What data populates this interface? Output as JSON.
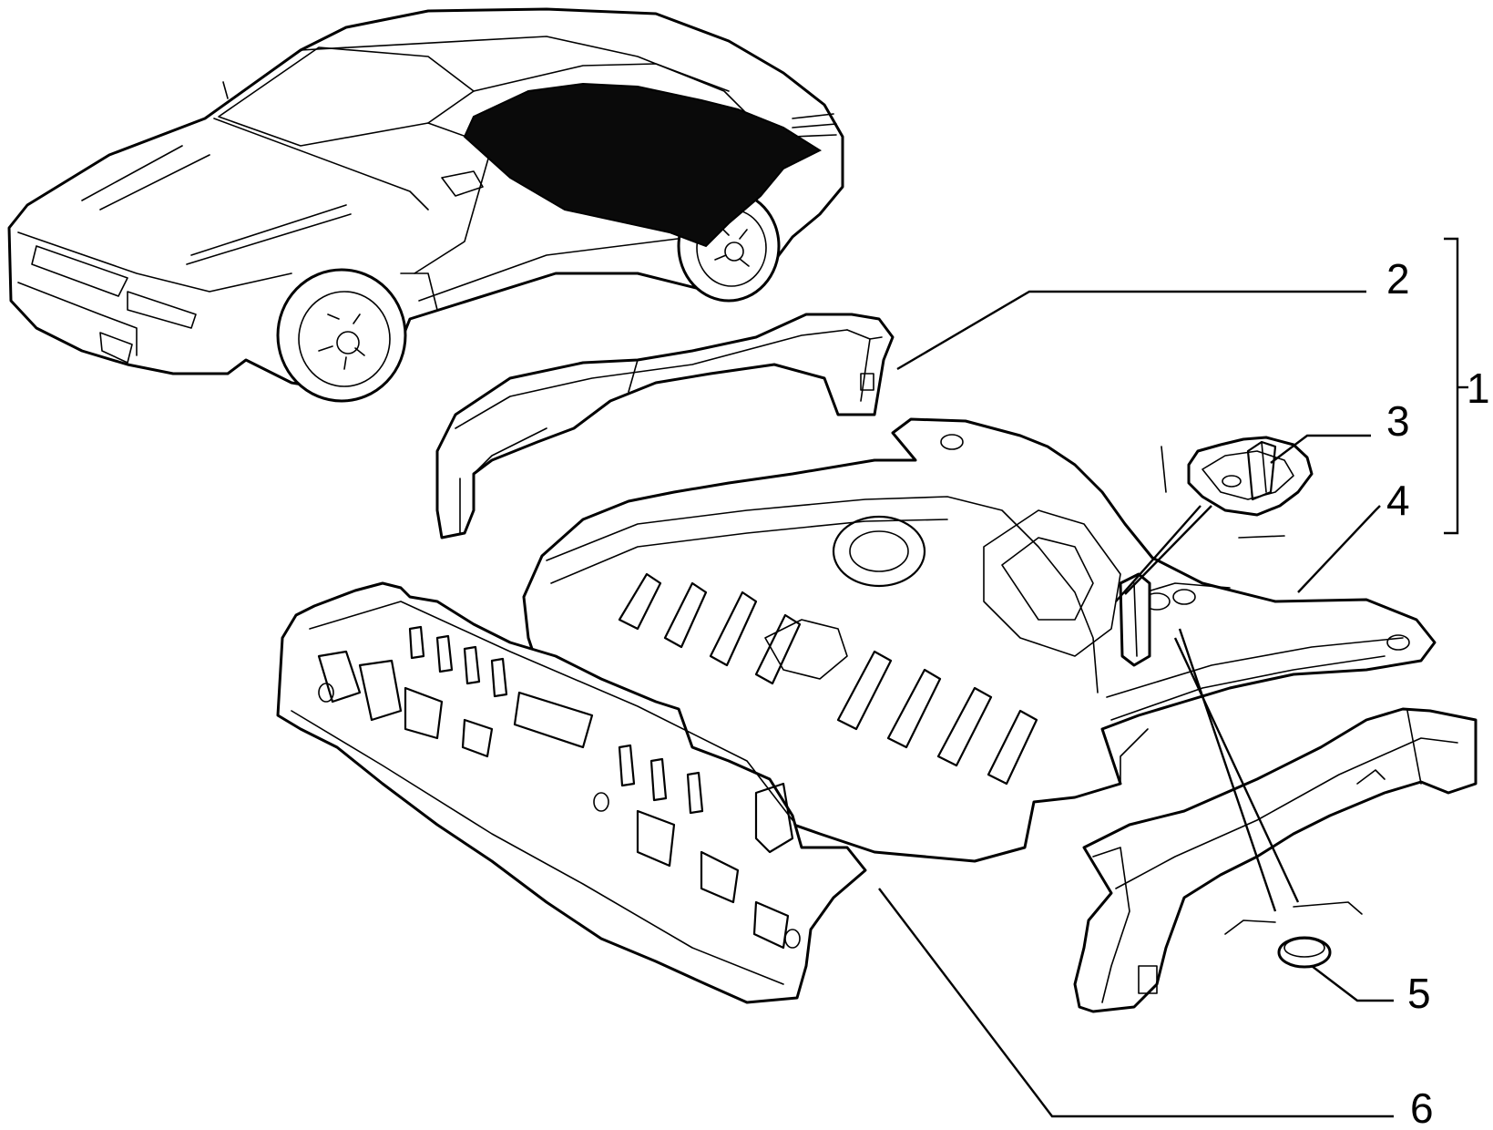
{
  "callouts": [
    {
      "id": "1",
      "label": "1"
    },
    {
      "id": "2",
      "label": "2"
    },
    {
      "id": "3",
      "label": "3"
    },
    {
      "id": "4",
      "label": "4"
    },
    {
      "id": "5",
      "label": "5"
    },
    {
      "id": "6",
      "label": "6"
    }
  ],
  "colors": {
    "ink": "#000000",
    "paper": "#ffffff",
    "highlight": "#0a0a0a"
  }
}
